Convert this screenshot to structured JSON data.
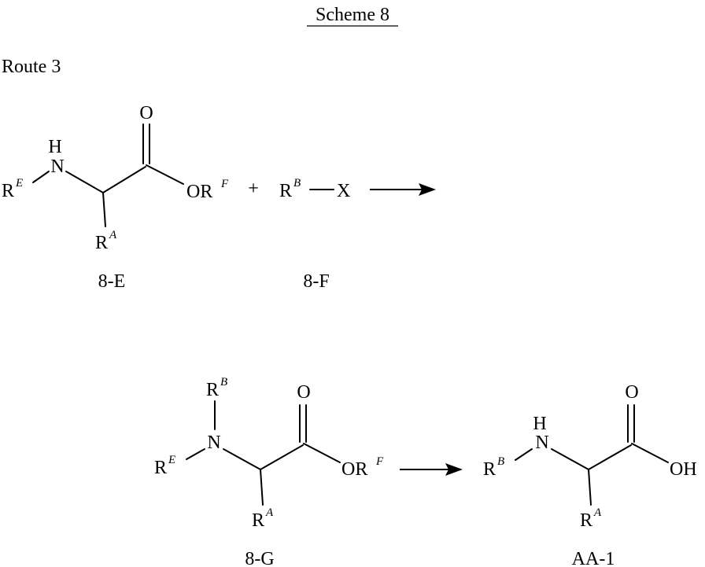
{
  "scheme_title": "Scheme 8",
  "route_label": "Route 3",
  "atoms": {
    "R": "R",
    "E": "E",
    "F": "F",
    "A": "A",
    "B": "B",
    "H": "H",
    "N": "N",
    "O": "O",
    "OR": "OR",
    "X": "X",
    "OH": "OH"
  },
  "plus_sign": "+",
  "compounds": {
    "c8E": "8-E",
    "c8F": "8-F",
    "c8G": "8-G",
    "cAA1": "AA-1"
  }
}
